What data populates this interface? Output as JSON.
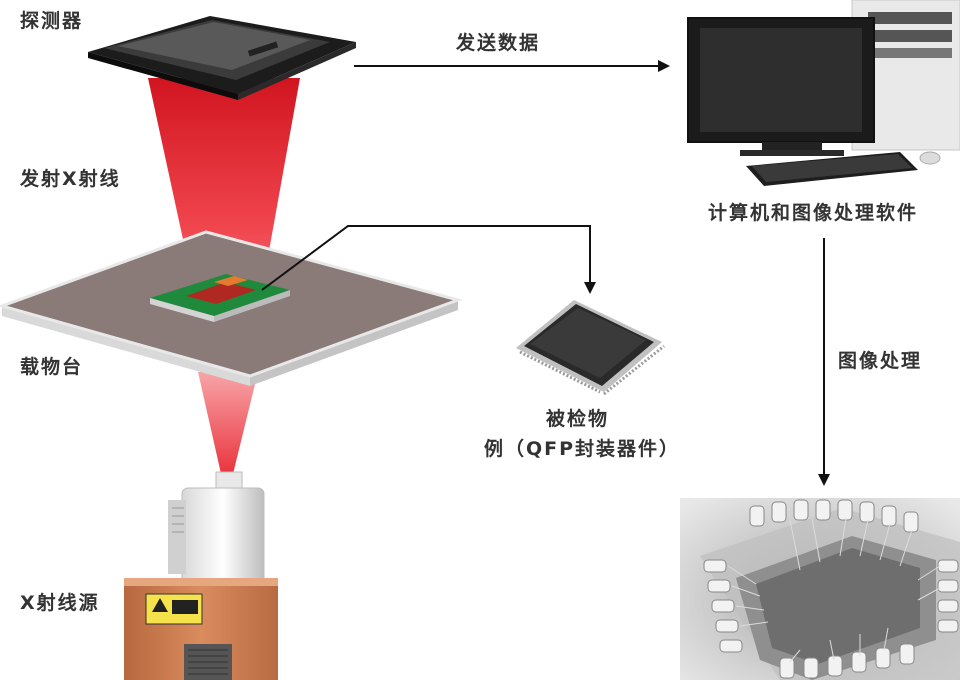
{
  "labels": {
    "detector": "探测器",
    "emit_xray": "发射X射线",
    "stage": "载物台",
    "xray_source": "X射线源",
    "send_data": "发送数据",
    "computer": "计算机和图像处理软件",
    "image_processing": "图像处理",
    "sample_line1": "被检物",
    "sample_line2": "例（QFP封装器件）"
  },
  "icons": {
    "detector": "flat-panel-detector-icon",
    "computer": "desktop-computer-icon",
    "chip": "qfp-chip-icon",
    "xray_source": "xray-tube-icon",
    "xray_image": "xray-chip-image"
  },
  "colors": {
    "beam": "#e8202a",
    "arrow": "#111111",
    "stage": "#8a7b79",
    "source_body": "#c9784c"
  }
}
